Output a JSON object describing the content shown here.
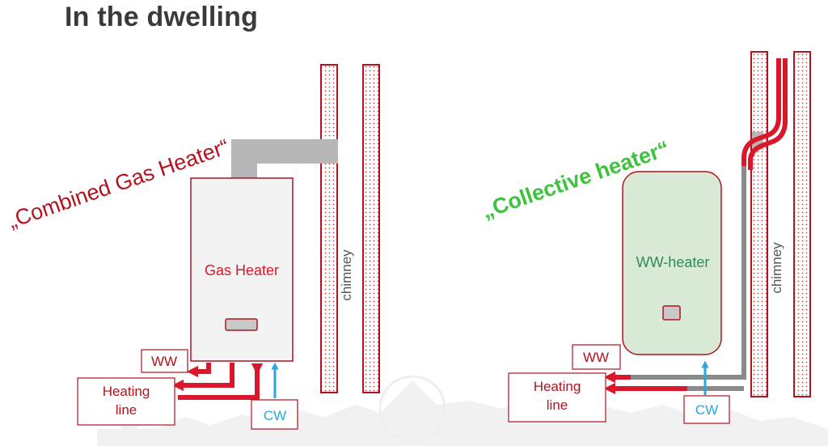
{
  "page": {
    "title": "In the dwelling"
  },
  "left_panel": {
    "caption": "„Combined Gas Heater“",
    "heater_label": "Gas Heater",
    "chimney_label": "chimney",
    "ww_label": "WW",
    "heating_line_label_1": "Heating",
    "heating_line_label_2": "line",
    "cw_label": "CW"
  },
  "right_panel": {
    "caption": "„Collective heater“",
    "heater_label": "WW-heater",
    "chimney_label": "chimney",
    "ww_label": "WW",
    "heating_line_label_1": "Heating",
    "heating_line_label_2": "line",
    "cw_label": "CW"
  },
  "colors": {
    "hot_pipe": "#d9182b",
    "cold_pipe": "#2aa7df",
    "flue": "#b7b7b7",
    "caption_left": "#b3121f",
    "caption_right": "#3fc23f",
    "heater_right_fill": "#d8ead5",
    "heater_right_text": "#2e8b57",
    "chimney_border": "#b3121f"
  }
}
